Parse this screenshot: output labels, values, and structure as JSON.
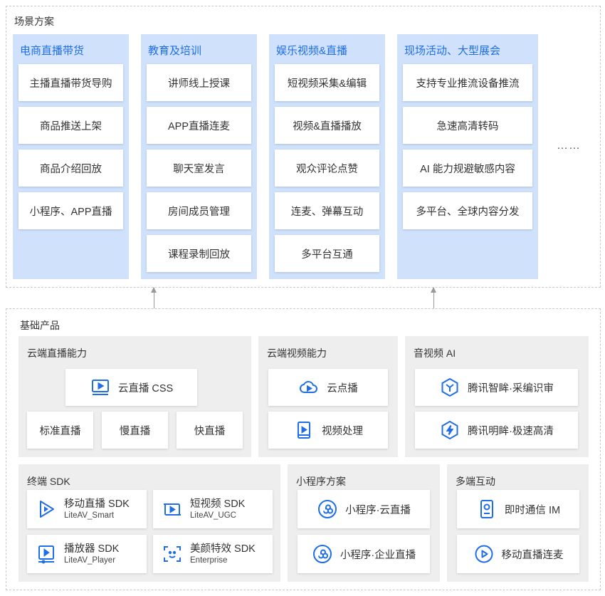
{
  "scenes": {
    "title": "场景方案",
    "columns": [
      {
        "title": "电商直播带货",
        "items": [
          "主播直播带货导购",
          "商品推送上架",
          "商品介绍回放",
          "小程序、APP直播"
        ]
      },
      {
        "title": "教育及培训",
        "items": [
          "讲师线上授课",
          "APP直播连麦",
          "聊天室发言",
          "房间成员管理",
          "课程录制回放"
        ]
      },
      {
        "title": "娱乐视频&直播",
        "items": [
          "短视频采集&编辑",
          "视频&直播播放",
          "观众评论点赞",
          "连麦、弹幕互动",
          "多平台互通"
        ]
      },
      {
        "title": "现场活动、大型展会",
        "items": [
          "支持专业推流设备推流",
          "急速高清转码",
          "AI 能力规避敏感内容",
          "多平台、全球内容分发"
        ]
      }
    ],
    "more": "……"
  },
  "base": {
    "title": "基础产品",
    "cloud_live": {
      "title": "云端直播能力",
      "main": "云直播 CSS",
      "items": [
        "标准直播",
        "慢直播",
        "快直播"
      ]
    },
    "cloud_video": {
      "title": "云端视频能力",
      "items": [
        "云点播",
        "视频处理"
      ]
    },
    "av_ai": {
      "title": "音视频 AI",
      "items": [
        "腾讯智眸·采编识审",
        "腾讯明眸·极速高清"
      ]
    },
    "sdk": {
      "title": "终端 SDK",
      "items": [
        {
          "name": "移动直播 SDK",
          "sub": "LiteAV_Smart"
        },
        {
          "name": "短视频 SDK",
          "sub": "LiteAV_UGC"
        },
        {
          "name": "播放器 SDK",
          "sub": "LiteAV_Player"
        },
        {
          "name": "美颜特效 SDK",
          "sub": "Enterprise"
        }
      ]
    },
    "mini": {
      "title": "小程序方案",
      "items": [
        "小程序·云直播",
        "小程序·企业直播"
      ]
    },
    "multi": {
      "title": "多端互动",
      "items": [
        "即时通信 IM",
        "移动直播连麦"
      ]
    }
  },
  "colors": {
    "accent": "#1f6ee8",
    "scene_bg": "#cfe1fb",
    "panel_bg": "#eeeeee"
  }
}
